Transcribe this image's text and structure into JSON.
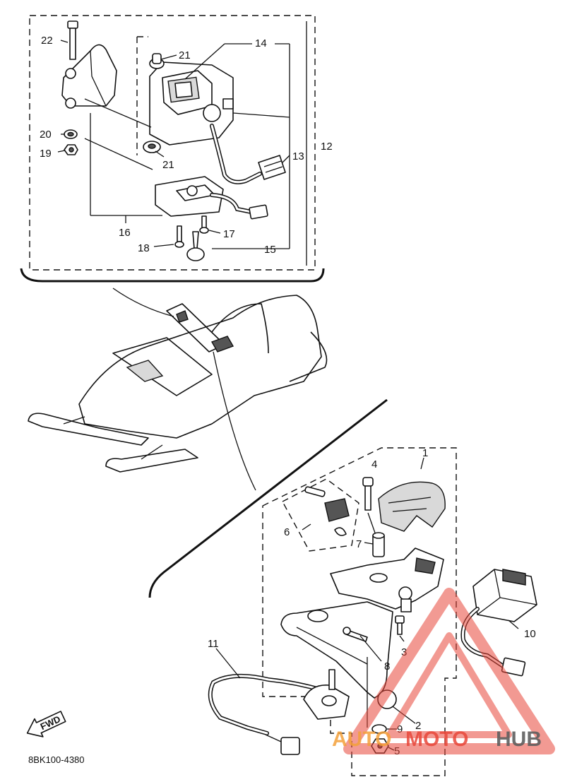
{
  "diagram_code": "8BK100-4380",
  "fwd_label": "FWD",
  "watermark": {
    "auto": "AUTO",
    "moto": "MOTO",
    "hub": "HUB",
    "color_red": "#e8473a",
    "color_gray": "#5f5f5f"
  },
  "callouts": {
    "p1": "1",
    "p2": "2",
    "p3": "3",
    "p4": "4",
    "p5": "5",
    "p6": "6",
    "p7": "7",
    "p8": "8",
    "p9": "9",
    "p10": "10",
    "p11": "11",
    "p12": "12",
    "p13": "13",
    "p14": "14",
    "p15": "15",
    "p16": "16",
    "p17": "17",
    "p18": "18",
    "p19": "19",
    "p20": "20",
    "p21a": "21",
    "p21b": "21",
    "p22": "22"
  }
}
